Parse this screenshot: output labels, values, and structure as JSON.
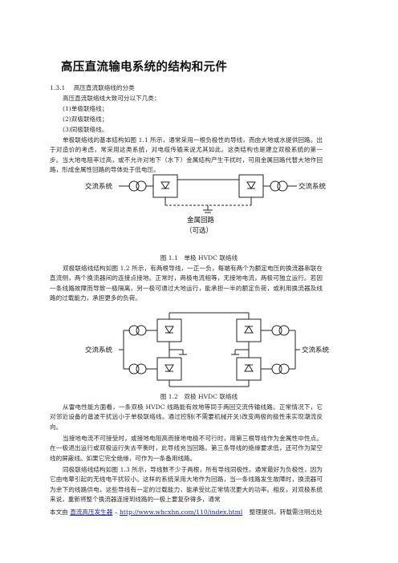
{
  "title": "高压直流输电系统的结构和元件",
  "section": {
    "number": "1.3.1",
    "heading": "高压直流联络线的分类",
    "intro": "高压直流联络线大致可分以下几类：",
    "items": [
      "(1)单极联络线；",
      "(2)双极联络线；",
      "(3)同极联络线。"
    ]
  },
  "paragraphs": {
    "p1": "单极联络线的基本结构如图 1.1 所示，通常采用一根负极性的导线，而由大地或水提供回路。出于对造价的考虑，常采用这类系统，对电缆传输来说尤其如此。这类结构也是建立双极系统的第一步。当大地电阻率过高，或不允许对地下（水下）金属结构产生干扰时，可用金属回路代替大地作回路，形成金属性回路的导体处于低电压。",
    "p2": "双极联络线结构如图 1.2 所示，有两根导线，一正一负，每端有两个为额定电压的换流器串联在直流侧，两个换流器间的连接点接地。正常时，两极电流相等，无接地电流，两极可独立运行。若因一条线路故障而导致一极隔离，另一极可通过大地运行，能承担一半的额定负荷，或利用换流器及线路的过载能力，承担更多的负荷。",
    "p3": "从雷电性能方面看，一条双极 HVDC 线路能有效地等同于两回交流传输线路。正常情况下，它对邻近设备的谐波干扰远小于单极联络线。通过控制(不需要机械开关)改变两极的极性来实现潮流反向。",
    "p4": "当接地电流不可接受时，或接地电阻高而接地电极不可行时，用第三根导线作为金属性中性点。在一极退出运行或双极运行失去平衡时，此导线充当回路。第三条导线的绝缘要求低，还可作为架空线的屏蔽线。如果它完全绝缘，可作为一条备用线路。",
    "p5": "同极联络线结构如图 1.3 所示，导线数不少于两根，所有导线同极性。通常最好为负极性，因为它由电晕引起的无线电干扰较小。这样的系统采用大地作为回路，当一条线路发生故障时，换流器可为余下的线路供电，这些导线有一定的过载能力，能承受比正常情况更大的功率。相反，对双极系统来说，重新将整个换流器连接到线路的一极上要复杂得多，通常"
  },
  "figure1": {
    "ac_left": "交流系统",
    "ac_right": "交流系统",
    "metal_return": "金属回路",
    "optional": "（可选）",
    "caption": "图 1.1　单极 HVDC 联络线"
  },
  "figure2": {
    "ac_left": "交流系统",
    "ac_right": "交流系统",
    "caption": "图 1.2　双极 HVDC 联络线"
  },
  "footer": {
    "prefix": "本文由",
    "link_text": "直流高压发生器",
    "dash": " – ",
    "url": "http://www.whcxhn.com/110/index.html",
    "suffix": "整理提供，转载需注明出处"
  }
}
